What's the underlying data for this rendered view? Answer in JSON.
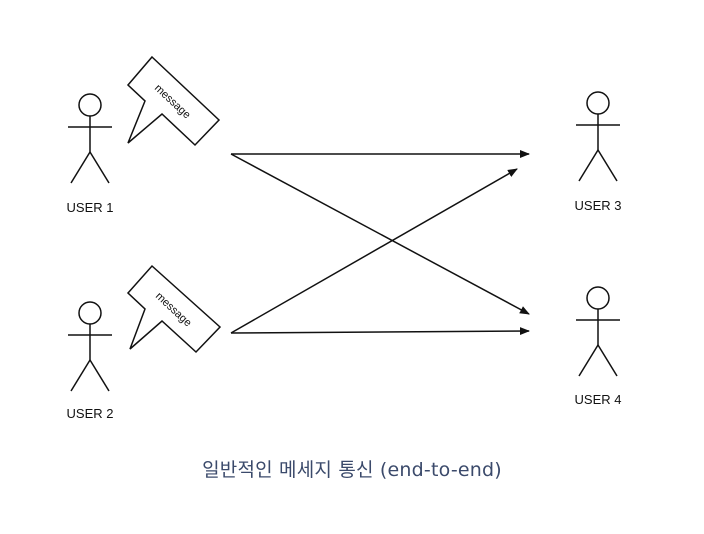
{
  "users": [
    {
      "id": "user-1",
      "label": "USER 1"
    },
    {
      "id": "user-2",
      "label": "USER 2"
    },
    {
      "id": "user-3",
      "label": "USER 3"
    },
    {
      "id": "user-4",
      "label": "USER 4"
    }
  ],
  "messages": [
    {
      "from": "USER 1",
      "text": "message"
    },
    {
      "from": "USER 2",
      "text": "message"
    }
  ],
  "connections": [
    {
      "from": "USER 1",
      "to": "USER 3"
    },
    {
      "from": "USER 1",
      "to": "USER 4"
    },
    {
      "from": "USER 2",
      "to": "USER 3"
    },
    {
      "from": "USER 2",
      "to": "USER 4"
    }
  ],
  "caption": "일반적인 메세지 통신 (end-to-end)",
  "colors": {
    "stroke": "#111111",
    "caption": "#3b4a6b"
  }
}
